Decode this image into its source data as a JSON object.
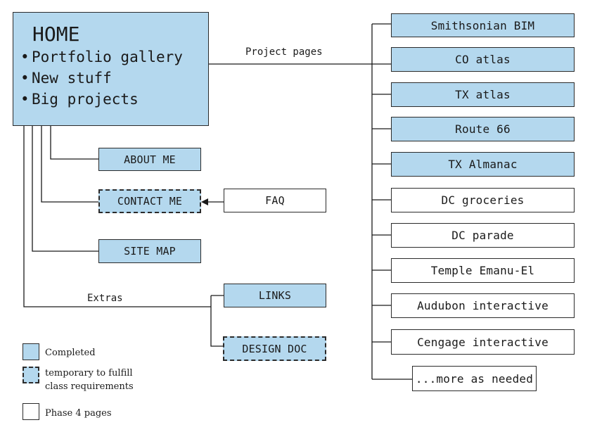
{
  "home": {
    "title": "HOME",
    "items": [
      "Portfolio gallery",
      "New stuff",
      "Big projects"
    ]
  },
  "left_pages": {
    "about": "ABOUT ME",
    "contact": "CONTACT ME",
    "faq": "FAQ",
    "sitemap": "SITE MAP",
    "links": "LINKS",
    "design_doc": "DESIGN DOC"
  },
  "edge_labels": {
    "project_pages": "Project pages",
    "extras": "Extras"
  },
  "projects": [
    {
      "label": "Smithsonian BIM",
      "status": "completed"
    },
    {
      "label": "CO atlas",
      "status": "completed"
    },
    {
      "label": "TX atlas",
      "status": "completed"
    },
    {
      "label": "Route 66",
      "status": "completed"
    },
    {
      "label": "TX Almanac",
      "status": "completed"
    },
    {
      "label": "DC groceries",
      "status": "phase4"
    },
    {
      "label": "DC parade",
      "status": "phase4"
    },
    {
      "label": "Temple Emanu-El",
      "status": "phase4"
    },
    {
      "label": "Audubon interactive",
      "status": "phase4"
    },
    {
      "label": "Cengage interactive",
      "status": "phase4"
    },
    {
      "label": "...more as needed",
      "status": "phase4"
    }
  ],
  "legend": {
    "completed": "Completed",
    "temporary_line1": "temporary to fulfill",
    "temporary_line2": "class requirements",
    "phase4": "Phase 4 pages"
  },
  "colors": {
    "completed_fill": "#b4d8ee",
    "border": "#2b2b2b",
    "line": "#1a1a1a"
  }
}
